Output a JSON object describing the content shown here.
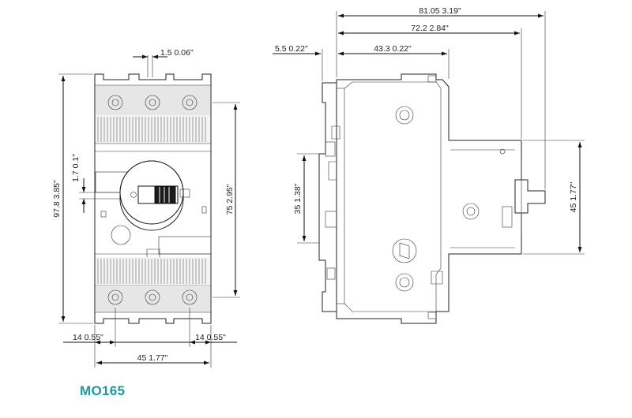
{
  "model_label": "MO165",
  "colors": {
    "label": "#1a9aa6",
    "line": "#111111",
    "panel_fill": "#e6e6e6"
  },
  "front_view": {
    "dims": {
      "top_offset": "1.5  0.06\"",
      "overall_height": "97.8  3.85\"",
      "mount_height": "75  2.95\"",
      "knob_offset": "1.7  0.1\"",
      "left_margin": "14  0.55\"",
      "right_margin": "14  0.55\"",
      "mount_width": "45  1.77\""
    }
  },
  "side_view": {
    "dims": {
      "overall_depth": "81.05  3.19\"",
      "rail_depth": "72.2  2.84\"",
      "front_depth": "43.3  0.22\"",
      "rear_offset": "5.5  0.22\"",
      "rail_height": "35  1.38\"",
      "step_height": "45  1.77\""
    }
  }
}
